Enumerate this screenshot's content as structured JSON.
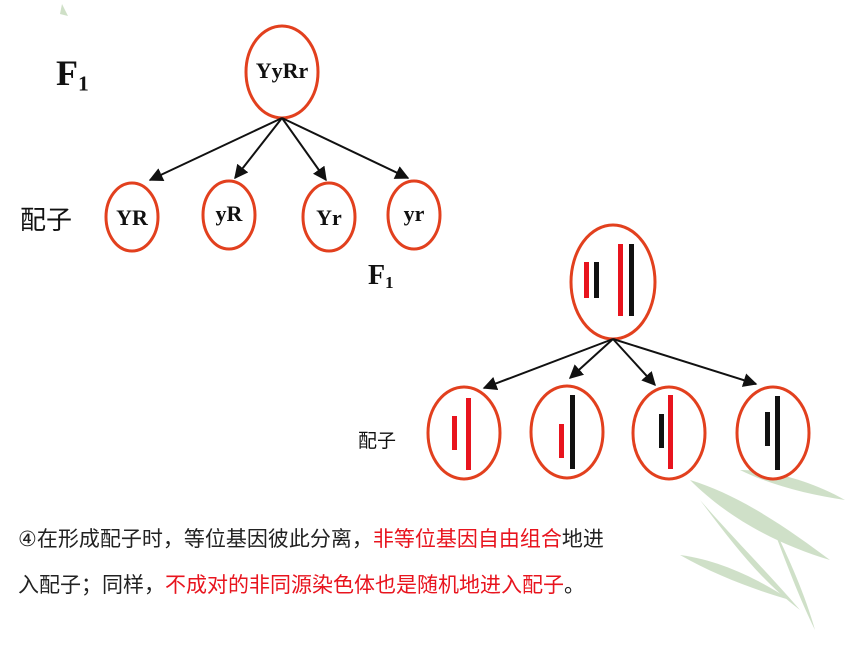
{
  "top_diagram": {
    "generation_label": "F",
    "generation_sub": "1",
    "parent_genotype": "YyRr",
    "gamete_row_label": "配子",
    "gametes": [
      "YR",
      "yR",
      "Yr",
      "yr"
    ]
  },
  "chromosome_diagram": {
    "generation_label": "F",
    "generation_sub": "1",
    "gamete_row_label": "配子"
  },
  "caption": {
    "line1_a": "④在形成配子时，等位基因彼此分离，",
    "line1_b": "非等位基因自由组合",
    "line1_c": "地进",
    "line2_a": "入配子；同样，",
    "line2_b": "不成对的非同源染色体也是随机地进入配子",
    "line2_c": "。"
  },
  "colors": {
    "ellipse_stroke": "#e2401e",
    "red": "#e8141e",
    "black": "#111111"
  }
}
